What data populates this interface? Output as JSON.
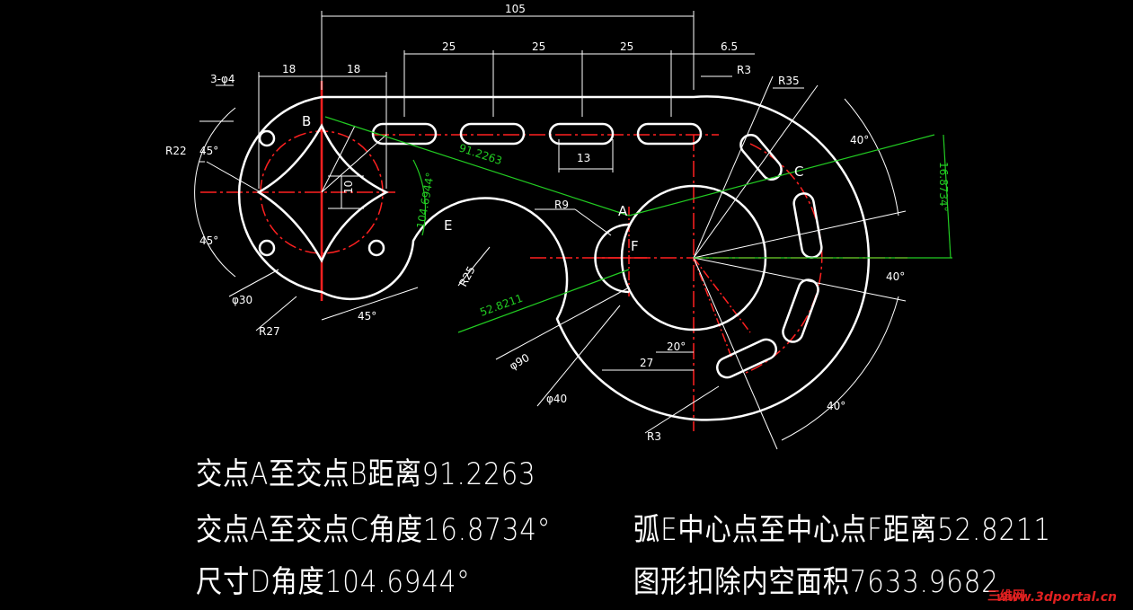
{
  "dims": {
    "d105": "105",
    "d25a": "25",
    "d25b": "25",
    "d25c": "25",
    "d65": "6.5",
    "d18a": "18",
    "d18b": "18",
    "holes": "3-φ4",
    "r3top": "R3",
    "r35": "R35",
    "r22": "R22",
    "a45a": "45°",
    "a45b": "45°",
    "a45c": "45°",
    "d10": "10",
    "d13": "13",
    "d30": "φ30",
    "r27": "R27",
    "r9": "R9",
    "r25": "R25",
    "d90": "φ90",
    "d40": "φ40",
    "d27": "27",
    "a20": "20°",
    "r3bot": "R3",
    "a40a": "40°",
    "a40b": "40°",
    "a40c": "40°",
    "g91": "91.2263",
    "g104": "104.6944°",
    "g16": "16.8734°",
    "g52": "52.8211"
  },
  "points": {
    "A": "A",
    "B": "B",
    "C": "C",
    "E": "E",
    "F": "F"
  },
  "results": {
    "r1": "交点A至交点B距离91.2263",
    "r2": "交点A至交点C角度16.8734°",
    "r3": "弧E中心点至中心点F距离52.8211",
    "r4": "尺寸D角度104.6944°",
    "r5": "图形扣除内空面积7633.9682"
  },
  "watermark": {
    "brand": "三维网",
    "url": "www.3dportal.cn"
  },
  "colors": {
    "outline": "#ffffff",
    "center": "#ff2020",
    "measure": "#22cc22"
  }
}
